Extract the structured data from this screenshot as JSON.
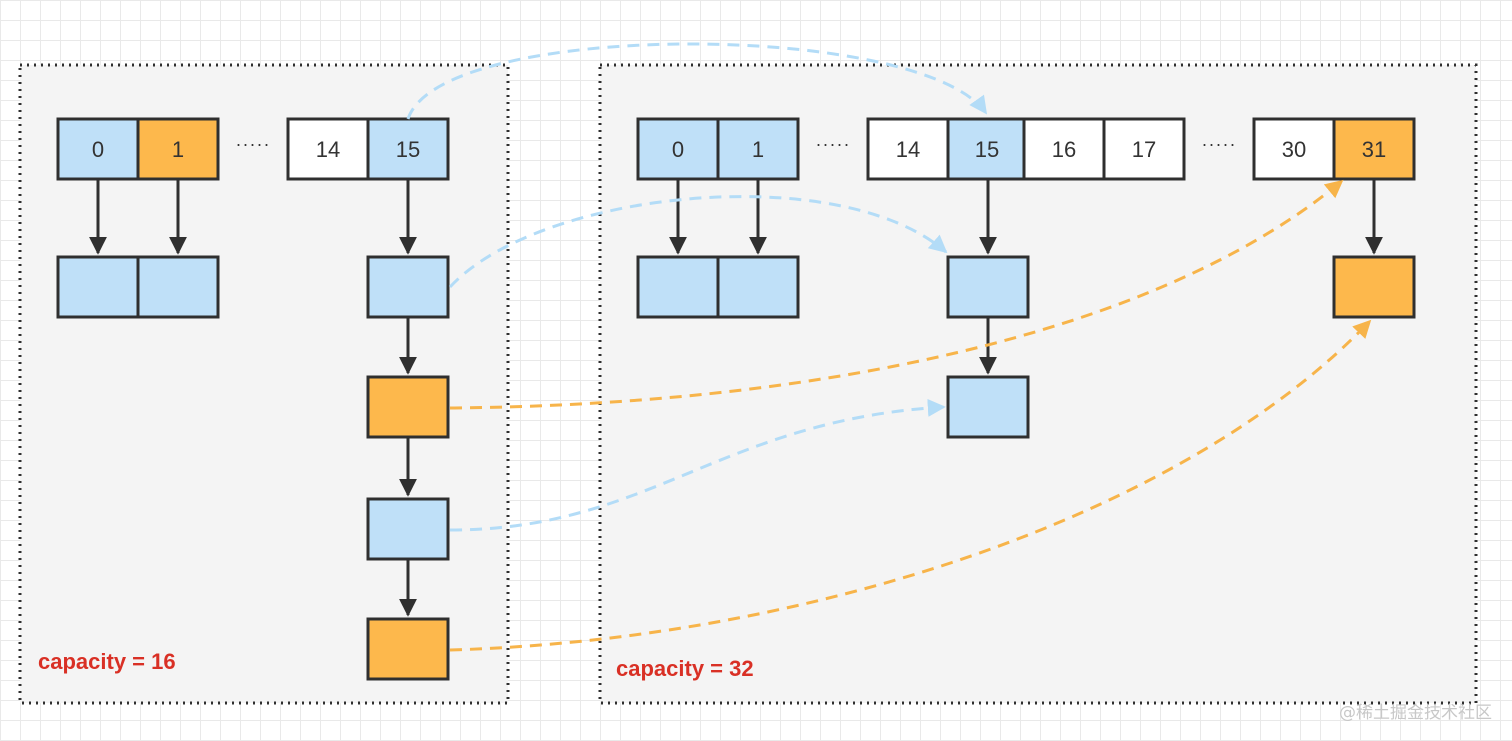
{
  "colors": {
    "blue": "#bfe0f8",
    "orange": "#fdb84c",
    "white": "#ffffff",
    "stroke": "#2f2f2f",
    "panel_bg": "#f4f4f4",
    "blue_arrow": "#b3dcf7",
    "orange_arrow": "#f7b44a",
    "label_red": "#d93025"
  },
  "left_table": {
    "capacity_label": "capacity = 16",
    "cells": [
      {
        "label": "0",
        "color": "blue"
      },
      {
        "label": "1",
        "color": "orange"
      },
      {
        "label": "14",
        "color": "white"
      },
      {
        "label": "15",
        "color": "blue"
      }
    ],
    "ellipsis": "·····",
    "chains": {
      "bucket_0": [
        "blue"
      ],
      "bucket_1": [
        "blue"
      ],
      "bucket_15": [
        "blue",
        "orange",
        "blue",
        "orange"
      ]
    }
  },
  "right_table": {
    "capacity_label": "capacity = 32",
    "cells": [
      {
        "label": "0",
        "color": "blue"
      },
      {
        "label": "1",
        "color": "blue"
      },
      {
        "label": "14",
        "color": "white"
      },
      {
        "label": "15",
        "color": "blue"
      },
      {
        "label": "16",
        "color": "white"
      },
      {
        "label": "17",
        "color": "white"
      },
      {
        "label": "30",
        "color": "white"
      },
      {
        "label": "31",
        "color": "orange"
      }
    ],
    "ellipsis_1": "·····",
    "ellipsis_2": "·····",
    "chains": {
      "bucket_0": [
        "blue"
      ],
      "bucket_1": [
        "blue"
      ],
      "bucket_15": [
        "blue",
        "blue"
      ],
      "bucket_31": [
        "orange"
      ]
    }
  },
  "watermark": "@稀土掘金技术社区"
}
